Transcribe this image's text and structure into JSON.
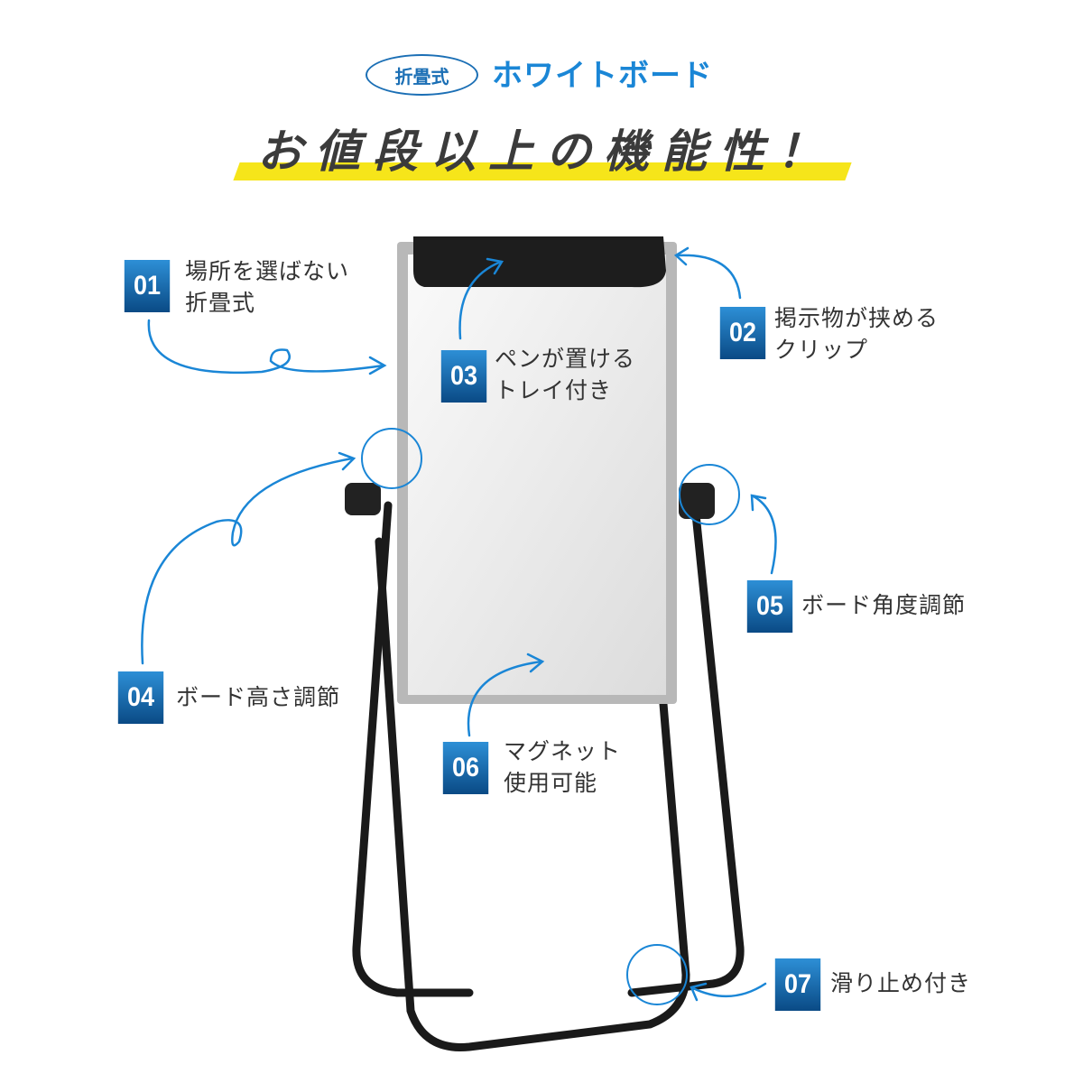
{
  "header": {
    "bubble": "折畳式",
    "subtitle": "ホワイトボード",
    "title": "お値段以上の機能性！"
  },
  "features": [
    {
      "num": "01",
      "line1": "場所を選ばない",
      "line2": "折畳式"
    },
    {
      "num": "02",
      "line1": "掲示物が挟める",
      "line2": "クリップ"
    },
    {
      "num": "03",
      "line1": "ペンが置ける",
      "line2": "トレイ付き"
    },
    {
      "num": "04",
      "line1": "ボード高さ調節"
    },
    {
      "num": "05",
      "line1": "ボード角度調節"
    },
    {
      "num": "06",
      "line1": "マグネット",
      "line2": "使用可能"
    },
    {
      "num": "07",
      "line1": "滑り止め付き"
    }
  ],
  "colors": {
    "accent": "#1a86d6",
    "badge": "#0a4a85",
    "highlight": "#f6e51a"
  }
}
